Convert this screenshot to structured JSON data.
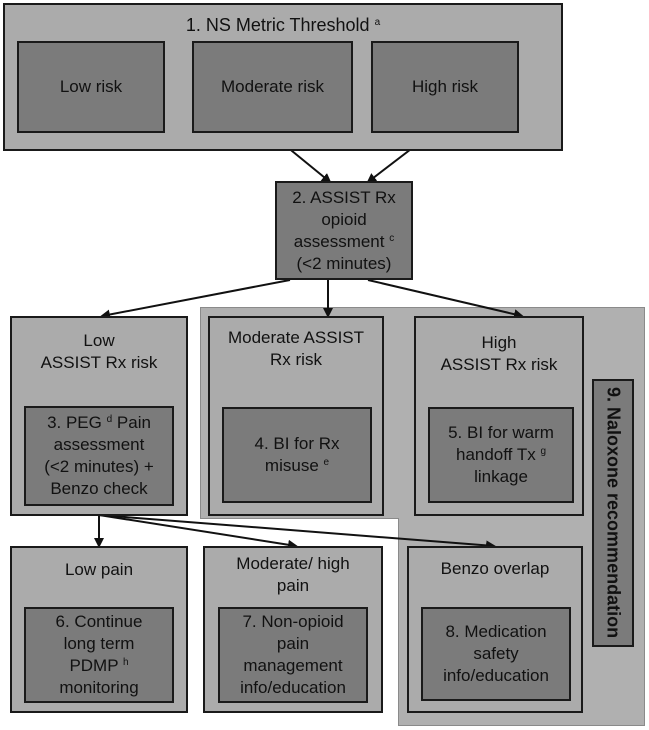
{
  "threshold": {
    "title": "1. NS Metric Threshold",
    "title_sup": "a",
    "risks": [
      "Low risk",
      "Moderate risk",
      "High risk"
    ]
  },
  "assist": {
    "lines": [
      "2. ASSIST Rx",
      "opioid",
      "assessment",
      "(<2 minutes)"
    ],
    "sup": "c"
  },
  "low_assist": {
    "title_lines": [
      "Low",
      "ASSIST Rx risk"
    ],
    "peg_lines": [
      "3. PEG",
      "Pain",
      "assessment",
      "(<2 minutes) +",
      "Benzo check"
    ],
    "peg_sup": "d"
  },
  "moderate_assist": {
    "title_lines": [
      "Moderate ASSIST",
      "Rx risk"
    ],
    "bi_lines": [
      "4. BI for Rx",
      "misuse"
    ],
    "bi_sup": "e"
  },
  "high_assist": {
    "title_lines": [
      "High",
      "ASSIST Rx risk"
    ],
    "bi_lines": [
      "5. BI for warm",
      "handoff Tx",
      "linkage"
    ],
    "bi_sup": "g"
  },
  "naloxone": {
    "label": "9. Naloxone recommendation"
  },
  "low_pain": {
    "title": "Low pain",
    "action_lines": [
      "6. Continue",
      "long term",
      "PDMP",
      "monitoring"
    ],
    "action_sup": "h"
  },
  "mod_high_pain": {
    "title_lines": [
      "Moderate/ high",
      "pain"
    ],
    "action_lines": [
      "7. Non-opioid",
      "pain",
      "management",
      "info/education"
    ]
  },
  "benzo": {
    "title": "Benzo overlap",
    "action_lines": [
      "8. Medication",
      "safety",
      "info/education"
    ]
  }
}
